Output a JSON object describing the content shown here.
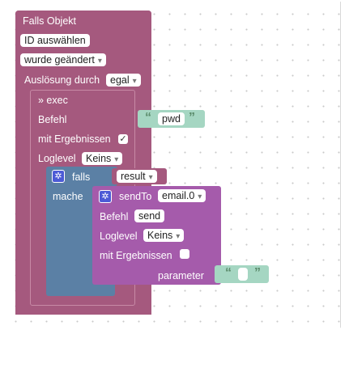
{
  "trigger": {
    "title": "Falls Objekt",
    "select_id": "ID auswählen",
    "condition": "wurde geändert",
    "trigger_label": "Auslösung durch",
    "trigger_value": "egal"
  },
  "exec": {
    "title": "» exec",
    "command_label": "Befehl",
    "command_value": "pwd",
    "with_results_label": "mit Ergebnissen",
    "with_results_checked": "✓",
    "loglevel_label": "Loglevel",
    "loglevel_value": "Keins"
  },
  "callback": {
    "if_label": "falls",
    "if_value": "result",
    "do_label": "mache"
  },
  "sendto": {
    "title": "sendTo",
    "instance": "email.0",
    "command_label": "Befehl",
    "command_value": "send",
    "loglevel_label": "Loglevel",
    "loglevel_value": "Keins",
    "with_results_label": "mit Ergebnissen",
    "parameter_label": "parameter"
  },
  "colors": {
    "trigger_block": "#a5597e",
    "exec_block": "#a5597e",
    "if_block": "#5b80a5",
    "sendto_block": "#a55bab",
    "text_block": "#a5d6c2"
  }
}
